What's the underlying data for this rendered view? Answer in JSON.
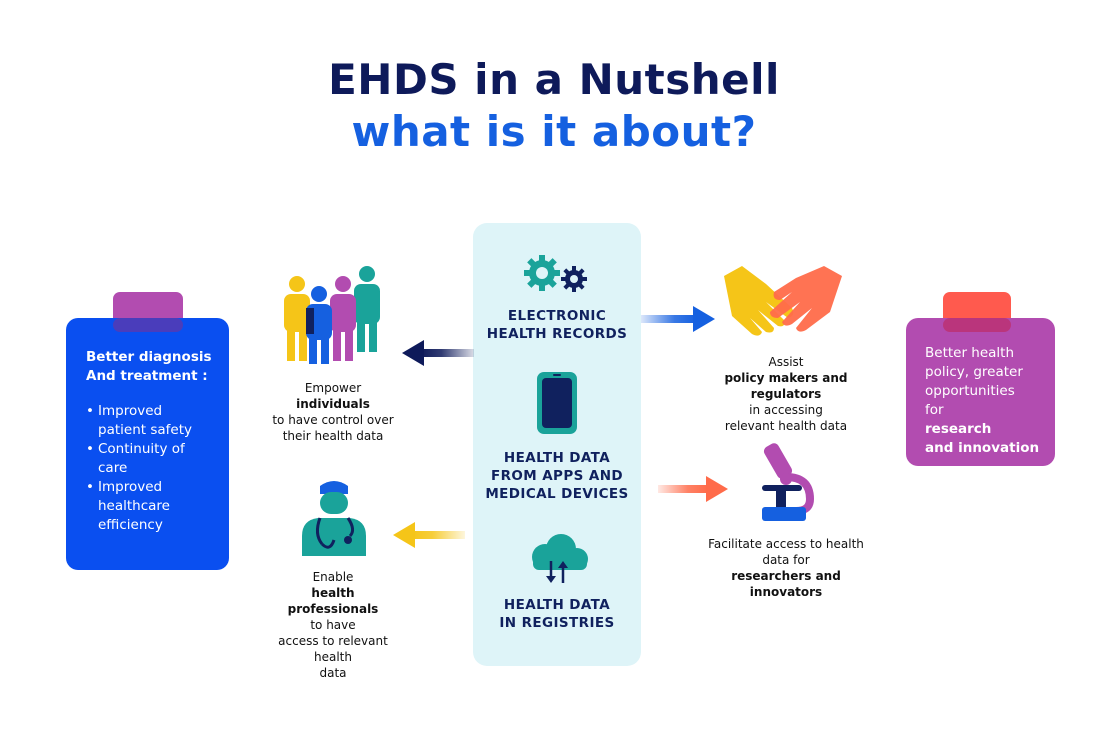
{
  "title": {
    "line1": "EHDS in a Nutshell",
    "line2": "what is it about?"
  },
  "center": {
    "items": [
      {
        "icon": "gears-icon",
        "lines": [
          "ELECTRONIC",
          "HEALTH RECORDS"
        ]
      },
      {
        "icon": "smartphone-icon",
        "lines": [
          "HEALTH DATA",
          "FROM APPS AND",
          "MEDICAL DEVICES"
        ]
      },
      {
        "icon": "cloud-sync-icon",
        "lines": [
          "HEALTH DATA",
          "IN REGISTRIES"
        ]
      }
    ]
  },
  "left_top": {
    "icon": "people-group-icon",
    "caption": [
      {
        "pre": "Empower ",
        "bold": "individuals",
        "post": ""
      },
      {
        "pre": "to have control over",
        "bold": "",
        "post": ""
      },
      {
        "pre": "their health data",
        "bold": "",
        "post": ""
      }
    ]
  },
  "left_bottom": {
    "icon": "doctor-stethoscope-icon",
    "caption": [
      {
        "pre": "Enable ",
        "bold": "health",
        "post": ""
      },
      {
        "pre": "",
        "bold": "professionals",
        "post": " to have"
      },
      {
        "pre": "access to relevant health",
        "bold": "",
        "post": ""
      },
      {
        "pre": "data",
        "bold": "",
        "post": ""
      }
    ]
  },
  "right_top": {
    "icon": "handshake-icon",
    "caption": [
      {
        "pre": "Assist ",
        "bold": "policy makers and",
        "post": ""
      },
      {
        "pre": "",
        "bold": "regulators",
        "post": " in accessing"
      },
      {
        "pre": "relevant health data",
        "bold": "",
        "post": ""
      }
    ]
  },
  "right_bottom": {
    "icon": "microscope-icon",
    "caption": [
      {
        "pre": "Facilitate access to health",
        "bold": "",
        "post": ""
      },
      {
        "pre": "data for ",
        "bold": "researchers and",
        "post": ""
      },
      {
        "pre": "",
        "bold": "innovators",
        "post": ""
      }
    ]
  },
  "left_card": {
    "title_lines": [
      "Better diagnosis",
      "And treatment :"
    ],
    "bullets": [
      "Improved",
      "patient safety",
      "Continuity of",
      "care",
      "Improved",
      "healthcare",
      "efficiency"
    ],
    "colors": {
      "card": "#0a4ff0",
      "tab": "#b24cb0"
    }
  },
  "right_card": {
    "lines": [
      {
        "pre": "Better health",
        "bold": ""
      },
      {
        "pre": "policy, greater",
        "bold": ""
      },
      {
        "pre": "opportunities",
        "bold": ""
      },
      {
        "pre": "for ",
        "bold": "research"
      },
      {
        "pre": "",
        "bold": "and innovation"
      }
    ],
    "colors": {
      "card": "#b24cb0",
      "tab": "#ff5a4e"
    }
  },
  "colors": {
    "navy": "#0e1a5a",
    "blue": "#1560e0",
    "teal": "#1aa39a",
    "panel": "#def4f8",
    "yellow": "#f5c518",
    "coral": "#ff6b4a",
    "purple": "#b24cb0"
  }
}
